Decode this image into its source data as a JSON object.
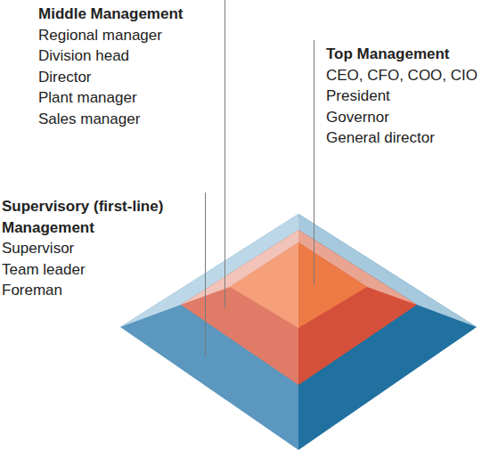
{
  "diagram": {
    "nodes": [
      {
        "text": [
          "Middle Management",
          "Regional manager",
          "Division head",
          "Director",
          "Plant manager",
          "Sales manager"
        ]
      },
      {
        "text": [
          "Top Management",
          "CEO, CFO, COO, CIO",
          "President",
          "Governor",
          "General director"
        ]
      },
      {
        "text": [
          "Supervisory (first-line) Management",
          "Supervisor",
          "Team leader",
          "Foreman"
        ]
      }
    ]
  }
}
